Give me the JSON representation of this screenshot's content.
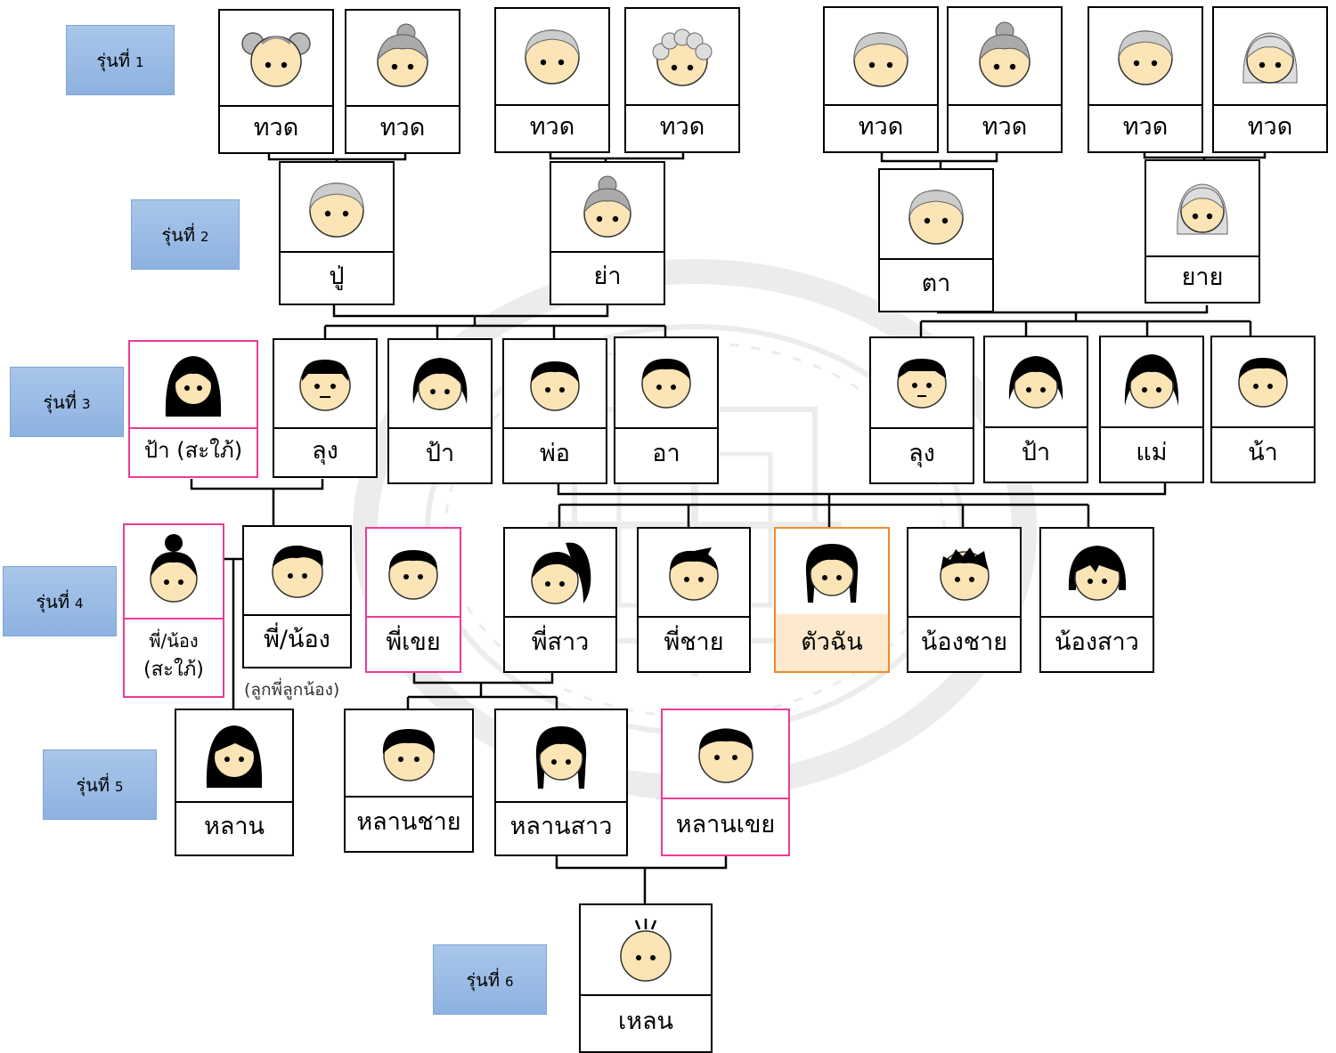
{
  "generations": [
    {
      "label": "รุ่นที่",
      "num": "1"
    },
    {
      "label": "รุ่นที่",
      "num": "2"
    },
    {
      "label": "รุ่นที่",
      "num": "3"
    },
    {
      "label": "รุ่นที่",
      "num": "4"
    },
    {
      "label": "รุ่นที่",
      "num": "5"
    },
    {
      "label": "รุ่นที่",
      "num": "6"
    }
  ],
  "people": {
    "gg1": "ทวด",
    "gg2": "ทวด",
    "gg3": "ทวด",
    "gg4": "ทวด",
    "gg5": "ทวด",
    "gg6": "ทวด",
    "gg7": "ทวด",
    "gg8": "ทวด",
    "pu": "ปู่",
    "ya": "ย่า",
    "ta": "ตา",
    "yai": "ยาย",
    "pa_inlaw": "ป้า (สะใภ้)",
    "lung_p": "ลุง",
    "pa_p": "ป้า",
    "pho": "พ่อ",
    "a": "อา",
    "lung_m": "ลุง",
    "pa_m": "ป้า",
    "mae": "แม่",
    "na": "น้า",
    "cousin_inlaw_1": "พี่/น้อง",
    "cousin_inlaw_2": "(สะใภ้)",
    "cousin": "พี่/น้อง",
    "phi_khoei": "พี่เขย",
    "phi_sao": "พี่สาว",
    "phi_chai": "พี่ชาย",
    "tua_chan": "ตัวฉัน",
    "nong_chai": "น้องชาย",
    "nong_sao": "น้องสาว",
    "lan": "หลาน",
    "lan_chai": "หลานชาย",
    "lan_sao": "หลานสาว",
    "lan_khoei": "หลานเขย",
    "len": "เหลน"
  },
  "cousin_note": "(ลูกพี่ลูกน้อง)",
  "colors": {
    "generation_box": "#8db2e0",
    "in_law_border": "#ec3c95",
    "self_border": "#f08a2c",
    "self_fill": "#fde9cd",
    "skin": "#fbe4b5",
    "hair_black": "#000000",
    "hair_gray": "#b3b3b3"
  }
}
